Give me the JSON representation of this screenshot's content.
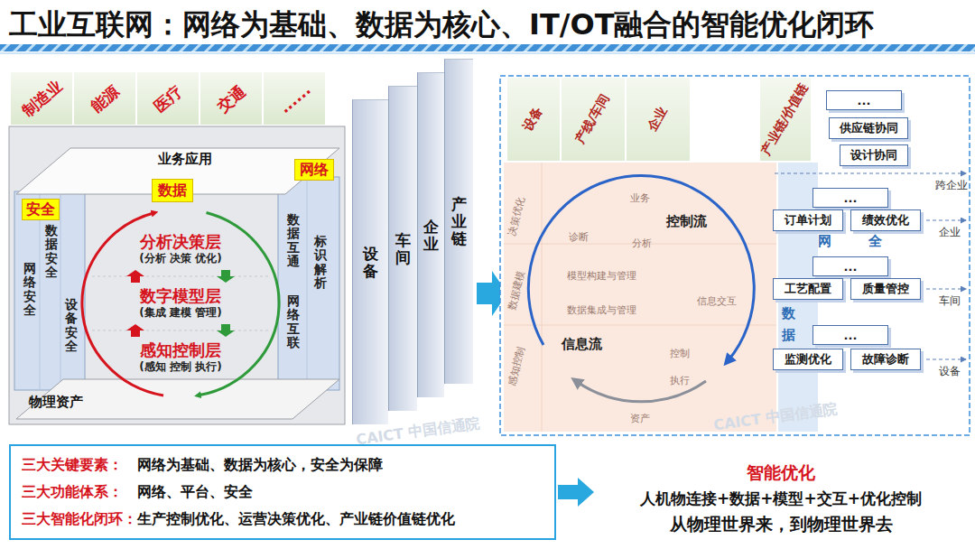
{
  "diagram": {
    "title": "工业互联网：网络为基础、数据为核心、IT/OT融合的智能优化闭环",
    "nodes": [
      {
        "text": [
          "制造业"
        ]
      },
      {
        "text": [
          "能源"
        ]
      },
      {
        "text": [
          "医疗"
        ]
      },
      {
        "text": [
          "交通"
        ]
      },
      {
        "text": [
          "......"
        ]
      },
      {
        "text": [
          "业务应用",
          "物理资产"
        ]
      },
      {
        "text": [
          "安全"
        ],
        "in": 5
      },
      {
        "text": [
          "数据"
        ],
        "in": 5
      },
      {
        "text": [
          "网络"
        ],
        "in": 5
      },
      {
        "text": [
          "分析决策层",
          "(分析 决策 优化)"
        ],
        "in": 5
      },
      {
        "text": [
          "数字模型层",
          "(集成 建模 管理)"
        ],
        "in": 5
      },
      {
        "text": [
          "感知控制层",
          "(感知 控制 执行)"
        ],
        "in": 5
      },
      {
        "text": [
          "网络安全"
        ],
        "in": 5
      },
      {
        "text": [
          "数据安全"
        ],
        "in": 5
      },
      {
        "text": [
          "设备安全"
        ],
        "in": 5
      },
      {
        "text": [
          "数据互通"
        ],
        "in": 5
      },
      {
        "text": [
          "网络互联"
        ],
        "in": 5
      },
      {
        "text": [
          "标识解析"
        ],
        "in": 5
      },
      {
        "text": [
          "设备"
        ]
      },
      {
        "text": [
          "车间"
        ]
      },
      {
        "text": [
          "企业"
        ]
      },
      {
        "text": [
          "产业链"
        ]
      },
      {
        "text": [
          "设备"
        ]
      },
      {
        "text": [
          "产线/车间"
        ]
      },
      {
        "text": [
          "企业"
        ]
      },
      {
        "text": [
          "产业链/价值链"
        ]
      },
      {
        "text": [
          "..."
        ]
      },
      {
        "text": [
          "供应链协同"
        ]
      },
      {
        "text": [
          "设计协同"
        ]
      },
      {
        "text": [
          "..."
        ]
      },
      {
        "text": [
          "订单计划"
        ]
      },
      {
        "text": [
          "绩效优化"
        ]
      },
      {
        "text": [
          "..."
        ]
      },
      {
        "text": [
          "工艺配置"
        ]
      },
      {
        "text": [
          "质量管控"
        ]
      },
      {
        "text": [
          "..."
        ]
      },
      {
        "text": [
          "监测优化"
        ]
      },
      {
        "text": [
          "故障诊断"
        ]
      },
      {
        "text": [
          "三大关键要素：",
          "网络为基础、数据为核心，安全为保障",
          "三大功能体系：",
          "网络、平台、安全",
          "三大智能化闭环：",
          "生产控制优化、运营决策优化、产业链价值链优化"
        ]
      },
      {
        "text": [
          "智能优化",
          "人机物连接+数据+模型+交互+优化控制",
          "从物理世界来，到物理世界去"
        ]
      }
    ],
    "edges": [
      {
        "from": 38,
        "to": 39,
        "arrow": "to"
      }
    ],
    "labels": [
      "控制流",
      "信息流",
      "业务",
      "诊断",
      "分析",
      "模型构建与管理",
      "数据集成与管理",
      "信息交互",
      "控制",
      "执行",
      "资产",
      "决策优化",
      "数据建模",
      "感知控制",
      "网",
      "全",
      "数",
      "据",
      "跨企业",
      "企业",
      "车间",
      "设备",
      "CAICT 中国信通院",
      "CAICT 中国信通院"
    ]
  }
}
